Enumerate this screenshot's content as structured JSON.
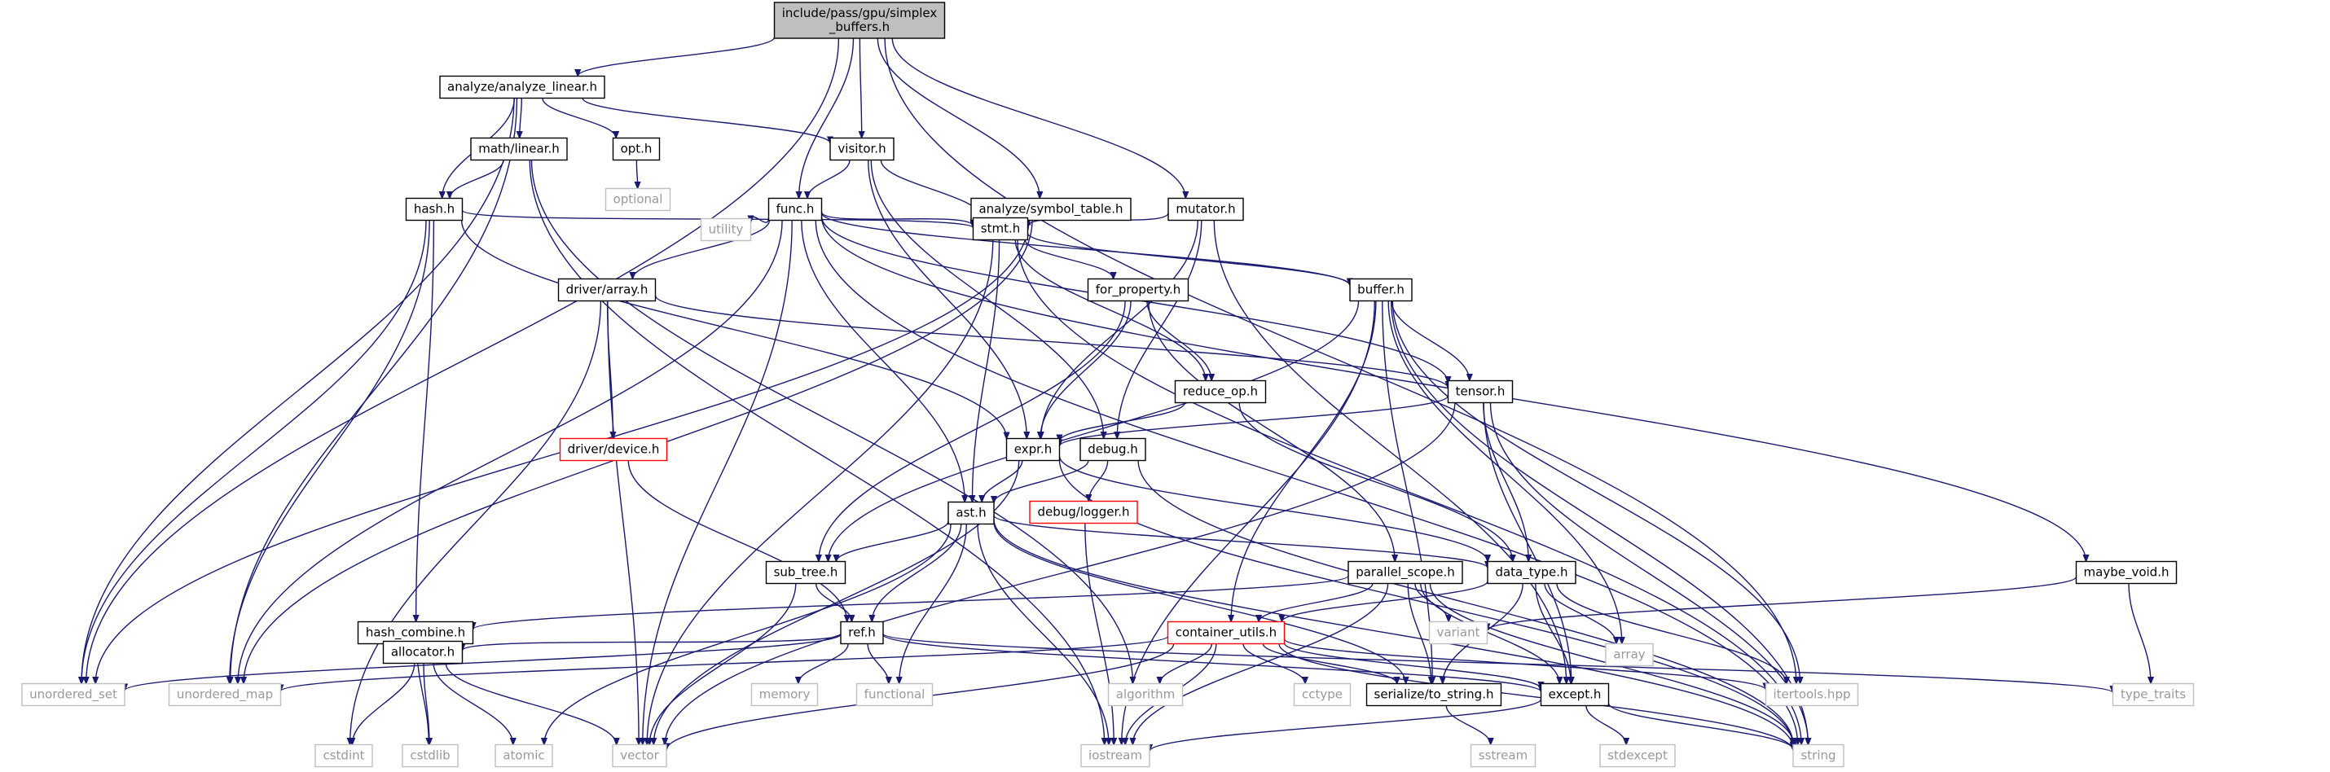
{
  "colors": {
    "edge": "#191970",
    "root_fill": "#bfbfbf",
    "project_border": "#000000",
    "missing_border": "#ff0000",
    "system_border": "#bfbfbf",
    "background": "#ffffff"
  },
  "nodes": [
    {
      "id": "root",
      "lines": [
        "include/pass/gpu/simplex",
        "_buffers.h"
      ],
      "kind": "root"
    },
    {
      "id": "analyze_linear",
      "lines": [
        "analyze/analyze_linear.h"
      ],
      "kind": "project"
    },
    {
      "id": "math_linear",
      "lines": [
        "math/linear.h"
      ],
      "kind": "project"
    },
    {
      "id": "opt",
      "lines": [
        "opt.h"
      ],
      "kind": "project"
    },
    {
      "id": "optional",
      "lines": [
        "optional"
      ],
      "kind": "system"
    },
    {
      "id": "visitor",
      "lines": [
        "visitor.h"
      ],
      "kind": "project"
    },
    {
      "id": "hash",
      "lines": [
        "hash.h"
      ],
      "kind": "project"
    },
    {
      "id": "func",
      "lines": [
        "func.h"
      ],
      "kind": "project"
    },
    {
      "id": "utility",
      "lines": [
        "utility"
      ],
      "kind": "system"
    },
    {
      "id": "symbol_table",
      "lines": [
        "analyze/symbol_table.h"
      ],
      "kind": "project"
    },
    {
      "id": "mutator",
      "lines": [
        "mutator.h"
      ],
      "kind": "project"
    },
    {
      "id": "stmt",
      "lines": [
        "stmt.h"
      ],
      "kind": "project"
    },
    {
      "id": "driver_array",
      "lines": [
        "driver/array.h"
      ],
      "kind": "project"
    },
    {
      "id": "for_property",
      "lines": [
        "for_property.h"
      ],
      "kind": "project"
    },
    {
      "id": "buffer",
      "lines": [
        "buffer.h"
      ],
      "kind": "project"
    },
    {
      "id": "reduce_op",
      "lines": [
        "reduce_op.h"
      ],
      "kind": "project"
    },
    {
      "id": "tensor",
      "lines": [
        "tensor.h"
      ],
      "kind": "project"
    },
    {
      "id": "driver_device",
      "lines": [
        "driver/device.h"
      ],
      "kind": "missing"
    },
    {
      "id": "expr",
      "lines": [
        "expr.h"
      ],
      "kind": "project"
    },
    {
      "id": "debug",
      "lines": [
        "debug.h"
      ],
      "kind": "project"
    },
    {
      "id": "debug_logger",
      "lines": [
        "debug/logger.h"
      ],
      "kind": "missing"
    },
    {
      "id": "ast",
      "lines": [
        "ast.h"
      ],
      "kind": "project"
    },
    {
      "id": "sub_tree",
      "lines": [
        "sub_tree.h"
      ],
      "kind": "project"
    },
    {
      "id": "parallel_scope",
      "lines": [
        "parallel_scope.h"
      ],
      "kind": "project"
    },
    {
      "id": "data_type",
      "lines": [
        "data_type.h"
      ],
      "kind": "project"
    },
    {
      "id": "maybe_void",
      "lines": [
        "maybe_void.h"
      ],
      "kind": "project"
    },
    {
      "id": "hash_combine",
      "lines": [
        "hash_combine.h"
      ],
      "kind": "project"
    },
    {
      "id": "ref",
      "lines": [
        "ref.h"
      ],
      "kind": "project"
    },
    {
      "id": "container_utils",
      "lines": [
        "container_utils.h"
      ],
      "kind": "missing"
    },
    {
      "id": "variant",
      "lines": [
        "variant"
      ],
      "kind": "system"
    },
    {
      "id": "array",
      "lines": [
        "array"
      ],
      "kind": "system"
    },
    {
      "id": "allocator",
      "lines": [
        "allocator.h"
      ],
      "kind": "project"
    },
    {
      "id": "memory",
      "lines": [
        "memory"
      ],
      "kind": "system"
    },
    {
      "id": "functional",
      "lines": [
        "functional"
      ],
      "kind": "system"
    },
    {
      "id": "algorithm",
      "lines": [
        "algorithm"
      ],
      "kind": "system"
    },
    {
      "id": "cctype",
      "lines": [
        "cctype"
      ],
      "kind": "system"
    },
    {
      "id": "serialize",
      "lines": [
        "serialize/to_string.h"
      ],
      "kind": "project"
    },
    {
      "id": "except",
      "lines": [
        "except.h"
      ],
      "kind": "project"
    },
    {
      "id": "itertools",
      "lines": [
        "itertools.hpp"
      ],
      "kind": "system"
    },
    {
      "id": "type_traits",
      "lines": [
        "type_traits"
      ],
      "kind": "system"
    },
    {
      "id": "unordered_set",
      "lines": [
        "unordered_set"
      ],
      "kind": "system"
    },
    {
      "id": "unordered_map",
      "lines": [
        "unordered_map"
      ],
      "kind": "system"
    },
    {
      "id": "cstdint",
      "lines": [
        "cstdint"
      ],
      "kind": "system"
    },
    {
      "id": "cstdlib",
      "lines": [
        "cstdlib"
      ],
      "kind": "system"
    },
    {
      "id": "atomic",
      "lines": [
        "atomic"
      ],
      "kind": "system"
    },
    {
      "id": "vector",
      "lines": [
        "vector"
      ],
      "kind": "system"
    },
    {
      "id": "iostream",
      "lines": [
        "iostream"
      ],
      "kind": "system"
    },
    {
      "id": "sstream",
      "lines": [
        "sstream"
      ],
      "kind": "system"
    },
    {
      "id": "stdexcept",
      "lines": [
        "stdexcept"
      ],
      "kind": "system"
    },
    {
      "id": "string",
      "lines": [
        "string"
      ],
      "kind": "system"
    }
  ],
  "edges": [
    [
      "root",
      "analyze_linear"
    ],
    [
      "root",
      "visitor"
    ],
    [
      "root",
      "func"
    ],
    [
      "root",
      "symbol_table"
    ],
    [
      "root",
      "mutator"
    ],
    [
      "root",
      "unordered_set"
    ],
    [
      "root",
      "itertools"
    ],
    [
      "analyze_linear",
      "math_linear"
    ],
    [
      "analyze_linear",
      "opt"
    ],
    [
      "analyze_linear",
      "visitor"
    ],
    [
      "analyze_linear",
      "hash"
    ],
    [
      "analyze_linear",
      "unordered_set"
    ],
    [
      "analyze_linear",
      "unordered_map"
    ],
    [
      "math_linear",
      "hash"
    ],
    [
      "math_linear",
      "iostream"
    ],
    [
      "math_linear",
      "algorithm"
    ],
    [
      "opt",
      "optional"
    ],
    [
      "visitor",
      "func"
    ],
    [
      "visitor",
      "stmt"
    ],
    [
      "visitor",
      "expr"
    ],
    [
      "visitor",
      "debug"
    ],
    [
      "hash",
      "stmt"
    ],
    [
      "hash",
      "expr"
    ],
    [
      "hash",
      "hash_combine"
    ],
    [
      "hash",
      "unordered_set"
    ],
    [
      "hash",
      "unordered_map"
    ],
    [
      "func",
      "stmt"
    ],
    [
      "func",
      "utility"
    ],
    [
      "func",
      "driver_array"
    ],
    [
      "func",
      "buffer"
    ],
    [
      "func",
      "tensor"
    ],
    [
      "func",
      "ast"
    ],
    [
      "func",
      "unordered_map"
    ],
    [
      "func",
      "vector"
    ],
    [
      "func",
      "maybe_void"
    ],
    [
      "func",
      "string"
    ],
    [
      "symbol_table",
      "stmt"
    ],
    [
      "symbol_table",
      "unordered_set"
    ],
    [
      "symbol_table",
      "unordered_map"
    ],
    [
      "mutator",
      "stmt"
    ],
    [
      "mutator",
      "expr"
    ],
    [
      "mutator",
      "debug"
    ],
    [
      "mutator",
      "except"
    ],
    [
      "stmt",
      "for_property"
    ],
    [
      "stmt",
      "buffer"
    ],
    [
      "stmt",
      "reduce_op"
    ],
    [
      "stmt",
      "ast"
    ],
    [
      "stmt",
      "vector"
    ],
    [
      "stmt",
      "string"
    ],
    [
      "driver_array",
      "tensor"
    ],
    [
      "driver_array",
      "driver_device"
    ],
    [
      "driver_array",
      "vector"
    ],
    [
      "driver_array",
      "cstdint"
    ],
    [
      "for_property",
      "reduce_op"
    ],
    [
      "for_property",
      "expr"
    ],
    [
      "for_property",
      "sub_tree"
    ],
    [
      "for_property",
      "parallel_scope"
    ],
    [
      "buffer",
      "tensor"
    ],
    [
      "buffer",
      "sub_tree"
    ],
    [
      "buffer",
      "container_utils"
    ],
    [
      "buffer",
      "itertools"
    ],
    [
      "buffer",
      "array"
    ],
    [
      "buffer",
      "serialize"
    ],
    [
      "buffer",
      "iostream"
    ],
    [
      "buffer",
      "string"
    ],
    [
      "reduce_op",
      "expr"
    ],
    [
      "reduce_op",
      "data_type"
    ],
    [
      "tensor",
      "expr"
    ],
    [
      "tensor",
      "data_type"
    ],
    [
      "tensor",
      "except"
    ],
    [
      "tensor",
      "vector"
    ],
    [
      "tensor",
      "string"
    ],
    [
      "driver_device",
      "ref"
    ],
    [
      "expr",
      "ast"
    ],
    [
      "expr",
      "data_type"
    ],
    [
      "expr",
      "vector"
    ],
    [
      "expr",
      "string"
    ],
    [
      "debug",
      "ast"
    ],
    [
      "debug",
      "debug_logger"
    ],
    [
      "debug",
      "string"
    ],
    [
      "debug_logger",
      "iostream"
    ],
    [
      "ast",
      "sub_tree"
    ],
    [
      "ast",
      "ref"
    ],
    [
      "ast",
      "data_type"
    ],
    [
      "ast",
      "serialize"
    ],
    [
      "ast",
      "functional"
    ],
    [
      "ast",
      "atomic"
    ],
    [
      "ast",
      "iostream"
    ],
    [
      "ast",
      "string"
    ],
    [
      "sub_tree",
      "ref"
    ],
    [
      "sub_tree",
      "vector"
    ],
    [
      "parallel_scope",
      "container_utils"
    ],
    [
      "parallel_scope",
      "hash_combine"
    ],
    [
      "parallel_scope",
      "variant"
    ],
    [
      "parallel_scope",
      "serialize"
    ],
    [
      "parallel_scope",
      "except"
    ],
    [
      "parallel_scope",
      "iostream"
    ],
    [
      "parallel_scope",
      "string"
    ],
    [
      "data_type",
      "container_utils"
    ],
    [
      "data_type",
      "serialize"
    ],
    [
      "data_type",
      "except"
    ],
    [
      "data_type",
      "array"
    ],
    [
      "data_type",
      "itertools"
    ],
    [
      "maybe_void",
      "variant"
    ],
    [
      "maybe_void",
      "type_traits"
    ],
    [
      "hash_combine",
      "cstdlib"
    ],
    [
      "ref",
      "allocator"
    ],
    [
      "ref",
      "memory"
    ],
    [
      "ref",
      "functional"
    ],
    [
      "ref",
      "except"
    ],
    [
      "ref",
      "type_traits"
    ],
    [
      "ref",
      "unordered_set"
    ],
    [
      "container_utils",
      "algorithm"
    ],
    [
      "container_utils",
      "cctype"
    ],
    [
      "container_utils",
      "serialize"
    ],
    [
      "container_utils",
      "except"
    ],
    [
      "container_utils",
      "itertools"
    ],
    [
      "container_utils",
      "unordered_map"
    ],
    [
      "container_utils",
      "vector"
    ],
    [
      "container_utils",
      "iostream"
    ],
    [
      "container_utils",
      "string"
    ],
    [
      "allocator",
      "cstdint"
    ],
    [
      "allocator",
      "cstdlib"
    ],
    [
      "allocator",
      "atomic"
    ],
    [
      "allocator",
      "vector"
    ],
    [
      "serialize",
      "sstream"
    ],
    [
      "except",
      "iostream"
    ],
    [
      "except",
      "stdexcept"
    ],
    [
      "except",
      "string"
    ]
  ]
}
